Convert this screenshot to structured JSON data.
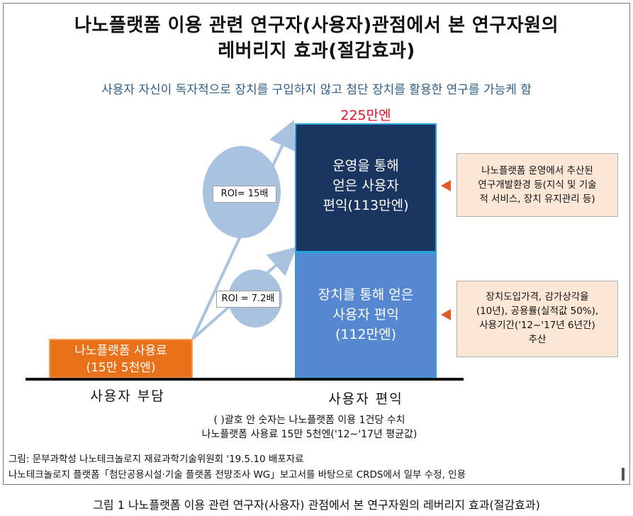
{
  "title": {
    "line1": "나노플랫폼 이용 관련 연구자(사용자)관점에서 본 연구자원의",
    "line2": "레버리지 효과(절감효과)"
  },
  "subtitle": "사용자 자신이 독자적으로 장치를 구입하지 않고 첨단 장치를 활용한 연구를 가능케 함",
  "total_label": "225만엔",
  "bar_top": {
    "line1": "운영을 통해",
    "line2": "얻은 사용자",
    "line3": "편익(113만엔)"
  },
  "bar_bottom": {
    "line1": "장치를 통해 얻은",
    "line2": "사용자 편익",
    "line3": "(112만엔)"
  },
  "fee_box": {
    "line1": "나노플랫폼 사용료",
    "line2": "(15만 5천엔)"
  },
  "roi": {
    "big": "ROI= 15배",
    "small": "ROI = 7.2배"
  },
  "notes": {
    "top": {
      "line1": "나노플랫폼 운영에서 추산된",
      "line2": "연구개발환경 등(지식 및 기술",
      "line3": "적 서비스, 장치 유지관리 등)"
    },
    "bottom": {
      "line1": "장치도입가격, 감가상각율",
      "line2": "(10년), 공용률(실적값 50%),",
      "line3": "사용기간('12~'17년 6년간)",
      "line4": "추산"
    }
  },
  "axis": {
    "left": "사용자 부담",
    "right": "사용자 편익"
  },
  "footnotes": {
    "line1": "( )괄호 안 숫자는 나노플랫폼 이용 1건당 수치",
    "line2": "나노플랫폼 사용료 15만 5천엔('12~'17년 평균값)"
  },
  "source": {
    "line1": "그림: 문부과학성 나노테크놀로지 재료과학기술위원회 '19.5.10 배포자료",
    "line2": "나노테크놀로지 플랫폼「첨단공용시설·기술 플랫폼 전망조사 WG」보고서를 바탕으로 CRDS에서 일부 수정, 인용"
  },
  "caption": "그림 1 나노플랫폼 이용 관련 연구자(사용자) 관점에서 본 연구자원의 레버리지 효과(절감효과)",
  "colors": {
    "bar_top": "#1a3560",
    "bar_bottom": "#5588d0",
    "bar_border": "#2c9fd6",
    "fee": "#e8711a",
    "circle": "#a9c2e0",
    "note_bg": "#fce6d6",
    "total_text": "#e0102a",
    "subtitle_text": "#2e5d87"
  }
}
